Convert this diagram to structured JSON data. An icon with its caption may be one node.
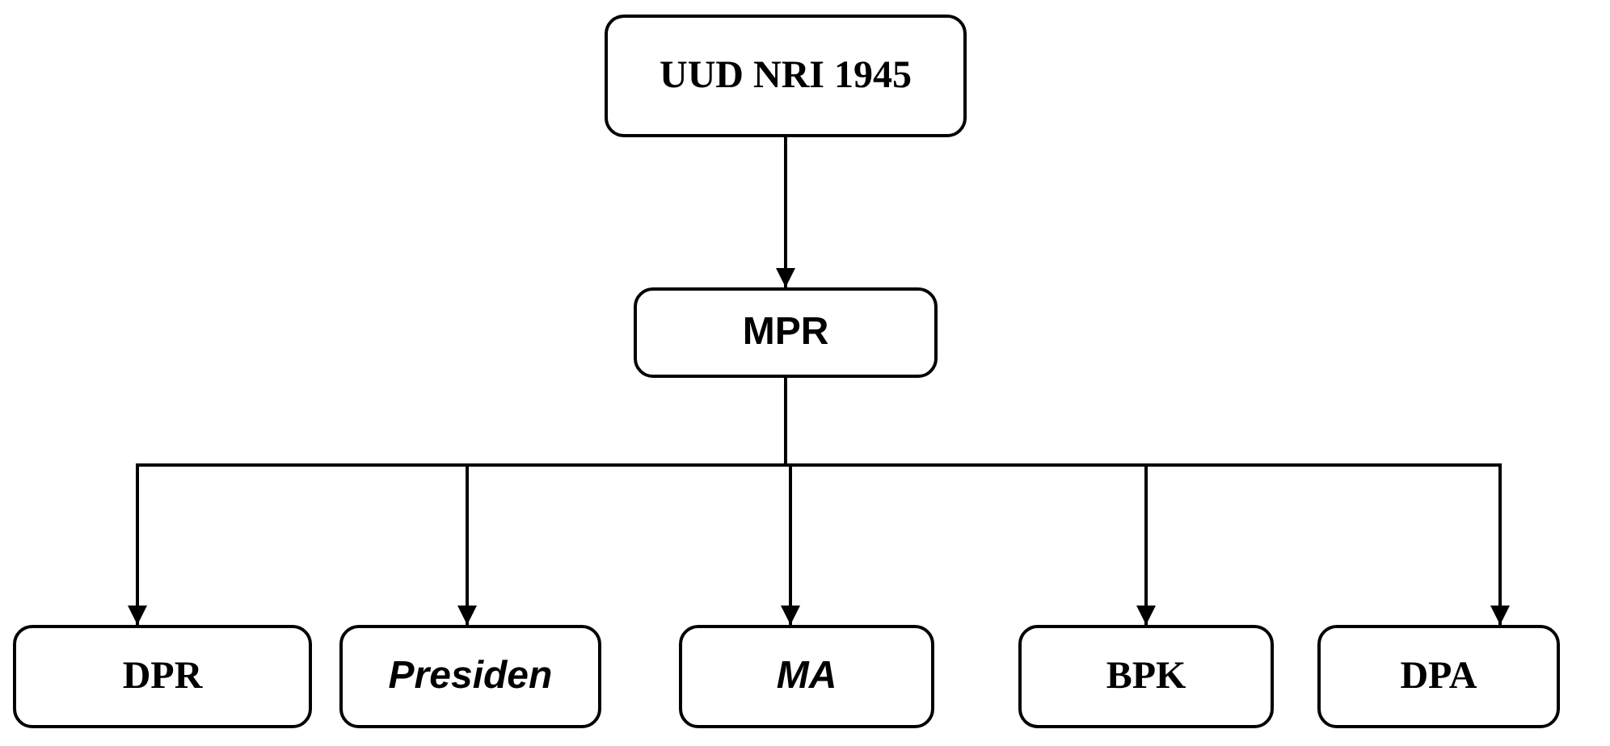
{
  "diagram": {
    "nodes": [
      {
        "text": [
          "UUD NRI 1945"
        ]
      },
      {
        "text": [
          "MPR"
        ]
      },
      {
        "text": [
          "DPR"
        ]
      },
      {
        "text": [
          "Presiden"
        ]
      },
      {
        "text": [
          "MA"
        ]
      },
      {
        "text": [
          "BPK"
        ]
      },
      {
        "text": [
          "DPA"
        ]
      }
    ],
    "edges": [
      {
        "from": 0,
        "to": 1,
        "arrow": "to"
      },
      {
        "from": 1,
        "to": 2,
        "arrow": "to"
      },
      {
        "from": 1,
        "to": 3,
        "arrow": "to"
      },
      {
        "from": 1,
        "to": 4,
        "arrow": "to"
      },
      {
        "from": 1,
        "to": 5,
        "arrow": "to"
      },
      {
        "from": 1,
        "to": 6,
        "arrow": "to"
      }
    ]
  }
}
